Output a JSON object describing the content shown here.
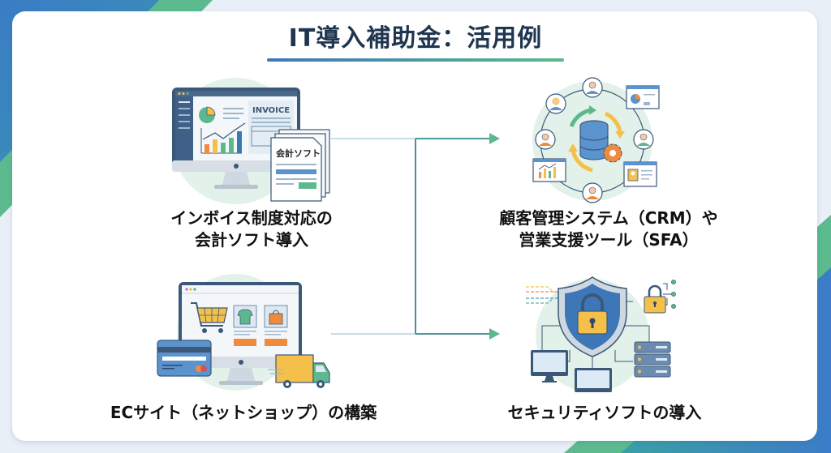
{
  "title": "IT導入補助金：活用例",
  "colors": {
    "title_text": "#1f3550",
    "underline_start": "#3d77b8",
    "underline_end": "#5db88e",
    "arrow": "#5db88e",
    "connector": "#4a8fa6"
  },
  "examples": [
    {
      "id": "invoice",
      "label_line1": "インボイス制度対応の",
      "label_line2": "会計ソフト導入",
      "icon": "invoice-accounting-software-icon",
      "screen_heading": "INVOICE",
      "document_label": "会計ソフト"
    },
    {
      "id": "ec",
      "label_line1": "ECサイト（ネットショップ）の構築",
      "icon": "ecommerce-shop-icon"
    },
    {
      "id": "crm",
      "label_line1": "顧客管理システム（CRM）や",
      "label_line2": "営業支援ツール（SFA）",
      "icon": "crm-network-icon"
    },
    {
      "id": "security",
      "label_line1": "セキュリティソフトの導入",
      "icon": "security-shield-icon"
    }
  ]
}
